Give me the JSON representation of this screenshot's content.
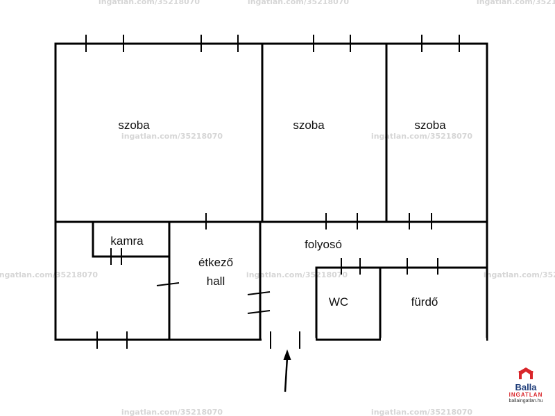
{
  "rooms": {
    "room1": "szoba",
    "room2": "szoba",
    "room3": "szoba",
    "kamra": "kamra",
    "etkezo_line1": "étkező",
    "etkezo_line2": "hall",
    "folyoso": "folyosó",
    "wc": "WC",
    "furdo": "fürdő"
  },
  "watermark": "ingatlan.com/35218070",
  "logo": {
    "name": "Balla",
    "sub": "INGATLAN",
    "url": "ballaingatlan.hu",
    "brand_color": "#1f3d7a",
    "accent_color": "#d9262b"
  },
  "entrance_icon": "arrow-up-icon"
}
